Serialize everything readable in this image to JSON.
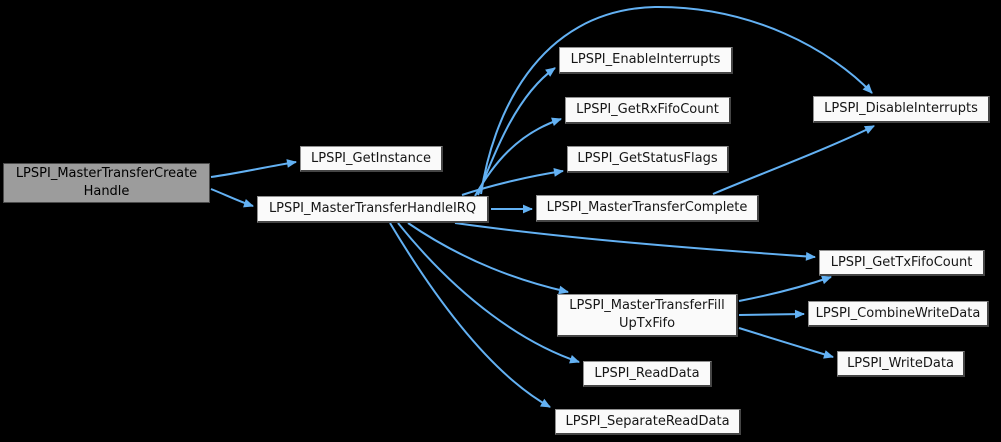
{
  "diagram": {
    "type": "call-graph",
    "background_color": "#000000",
    "edge_color": "#63b1f3",
    "node_fill_color": "#fafafa",
    "focus_node_fill_color": "#9c9c9c",
    "nodes": {
      "create_handle": {
        "label": "LPSPI_MasterTransferCreate\nHandle",
        "focus": true
      },
      "get_instance": {
        "label": "LPSPI_GetInstance"
      },
      "handle_irq": {
        "label": "LPSPI_MasterTransferHandleIRQ"
      },
      "enable_interrupts": {
        "label": "LPSPI_EnableInterrupts"
      },
      "get_rx_fifo_count": {
        "label": "LPSPI_GetRxFifoCount"
      },
      "get_status_flags": {
        "label": "LPSPI_GetStatusFlags"
      },
      "master_transfer_complete": {
        "label": "LPSPI_MasterTransferComplete"
      },
      "disable_interrupts": {
        "label": "LPSPI_DisableInterrupts"
      },
      "get_tx_fifo_count": {
        "label": "LPSPI_GetTxFifoCount"
      },
      "fill_up_tx_fifo": {
        "label": "LPSPI_MasterTransferFill\nUpTxFifo"
      },
      "combine_write_data": {
        "label": "LPSPI_CombineWriteData"
      },
      "write_data": {
        "label": "LPSPI_WriteData"
      },
      "read_data": {
        "label": "LPSPI_ReadData"
      },
      "separate_read_data": {
        "label": "LPSPI_SeparateReadData"
      }
    },
    "edges": [
      {
        "from": "create_handle",
        "to": "get_instance"
      },
      {
        "from": "create_handle",
        "to": "handle_irq"
      },
      {
        "from": "handle_irq",
        "to": "enable_interrupts"
      },
      {
        "from": "handle_irq",
        "to": "get_rx_fifo_count"
      },
      {
        "from": "handle_irq",
        "to": "get_status_flags"
      },
      {
        "from": "handle_irq",
        "to": "master_transfer_complete"
      },
      {
        "from": "handle_irq",
        "to": "disable_interrupts"
      },
      {
        "from": "handle_irq",
        "to": "get_tx_fifo_count"
      },
      {
        "from": "handle_irq",
        "to": "fill_up_tx_fifo"
      },
      {
        "from": "handle_irq",
        "to": "read_data"
      },
      {
        "from": "handle_irq",
        "to": "separate_read_data"
      },
      {
        "from": "master_transfer_complete",
        "to": "disable_interrupts"
      },
      {
        "from": "fill_up_tx_fifo",
        "to": "get_tx_fifo_count"
      },
      {
        "from": "fill_up_tx_fifo",
        "to": "combine_write_data"
      },
      {
        "from": "fill_up_tx_fifo",
        "to": "write_data"
      }
    ]
  }
}
